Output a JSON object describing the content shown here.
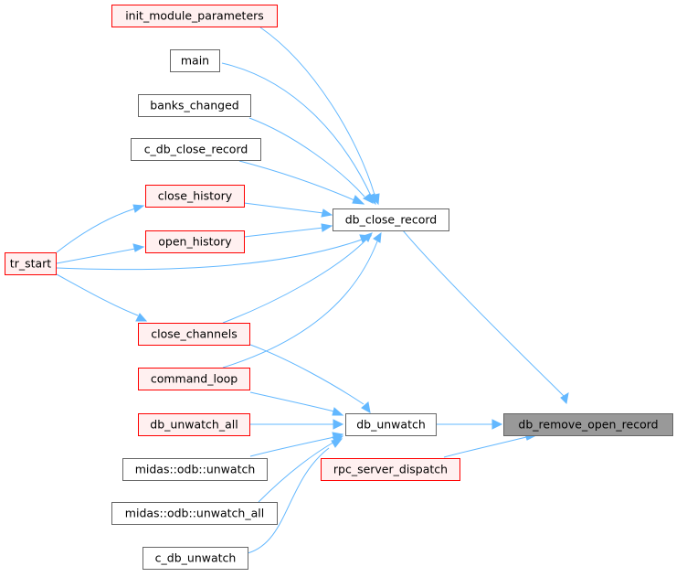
{
  "diagram": {
    "colors": {
      "edge": "#63b8ff",
      "focus_fill": "#999999",
      "focus_border": "#666666",
      "truncated_fill": "#fff0f0",
      "truncated_border": "#ff0000",
      "normal_fill": "#ffffff",
      "normal_border": "#666666"
    },
    "nodes": [
      {
        "id": "db_remove_open_record",
        "label": "db_remove_open_record",
        "style": "focus"
      },
      {
        "id": "db_close_record",
        "label": "db_close_record",
        "style": "normal"
      },
      {
        "id": "db_unwatch",
        "label": "db_unwatch",
        "style": "normal"
      },
      {
        "id": "rpc_server_dispatch",
        "label": "rpc_server_dispatch",
        "style": "truncated"
      },
      {
        "id": "init_module_parameters",
        "label": "init_module_parameters",
        "style": "truncated"
      },
      {
        "id": "main",
        "label": "main",
        "style": "normal"
      },
      {
        "id": "banks_changed",
        "label": "banks_changed",
        "style": "normal"
      },
      {
        "id": "c_db_close_record",
        "label": "c_db_close_record",
        "style": "normal"
      },
      {
        "id": "close_history",
        "label": "close_history",
        "style": "truncated"
      },
      {
        "id": "open_history",
        "label": "open_history",
        "style": "truncated"
      },
      {
        "id": "tr_start",
        "label": "tr_start",
        "style": "truncated"
      },
      {
        "id": "close_channels",
        "label": "close_channels",
        "style": "truncated"
      },
      {
        "id": "command_loop",
        "label": "command_loop",
        "style": "truncated"
      },
      {
        "id": "db_unwatch_all",
        "label": "db_unwatch_all",
        "style": "truncated"
      },
      {
        "id": "midas_odb_unwatch",
        "label": "midas::odb::unwatch",
        "style": "normal"
      },
      {
        "id": "midas_odb_unwatch_all",
        "label": "midas::odb::unwatch_all",
        "style": "normal"
      },
      {
        "id": "c_db_unwatch",
        "label": "c_db_unwatch",
        "style": "normal"
      }
    ],
    "edges": [
      {
        "from": "db_close_record",
        "to": "db_remove_open_record"
      },
      {
        "from": "db_unwatch",
        "to": "db_remove_open_record"
      },
      {
        "from": "rpc_server_dispatch",
        "to": "db_remove_open_record"
      },
      {
        "from": "init_module_parameters",
        "to": "db_close_record"
      },
      {
        "from": "main",
        "to": "db_close_record"
      },
      {
        "from": "banks_changed",
        "to": "db_close_record"
      },
      {
        "from": "c_db_close_record",
        "to": "db_close_record"
      },
      {
        "from": "close_history",
        "to": "db_close_record"
      },
      {
        "from": "open_history",
        "to": "db_close_record"
      },
      {
        "from": "tr_start",
        "to": "db_close_record"
      },
      {
        "from": "close_channels",
        "to": "db_close_record"
      },
      {
        "from": "command_loop",
        "to": "db_close_record"
      },
      {
        "from": "tr_start",
        "to": "close_history"
      },
      {
        "from": "tr_start",
        "to": "open_history"
      },
      {
        "from": "tr_start",
        "to": "close_channels"
      },
      {
        "from": "close_channels",
        "to": "db_unwatch"
      },
      {
        "from": "command_loop",
        "to": "db_unwatch"
      },
      {
        "from": "db_unwatch_all",
        "to": "db_unwatch"
      },
      {
        "from": "midas_odb_unwatch",
        "to": "db_unwatch"
      },
      {
        "from": "midas_odb_unwatch_all",
        "to": "db_unwatch"
      },
      {
        "from": "c_db_unwatch",
        "to": "db_unwatch"
      }
    ]
  }
}
